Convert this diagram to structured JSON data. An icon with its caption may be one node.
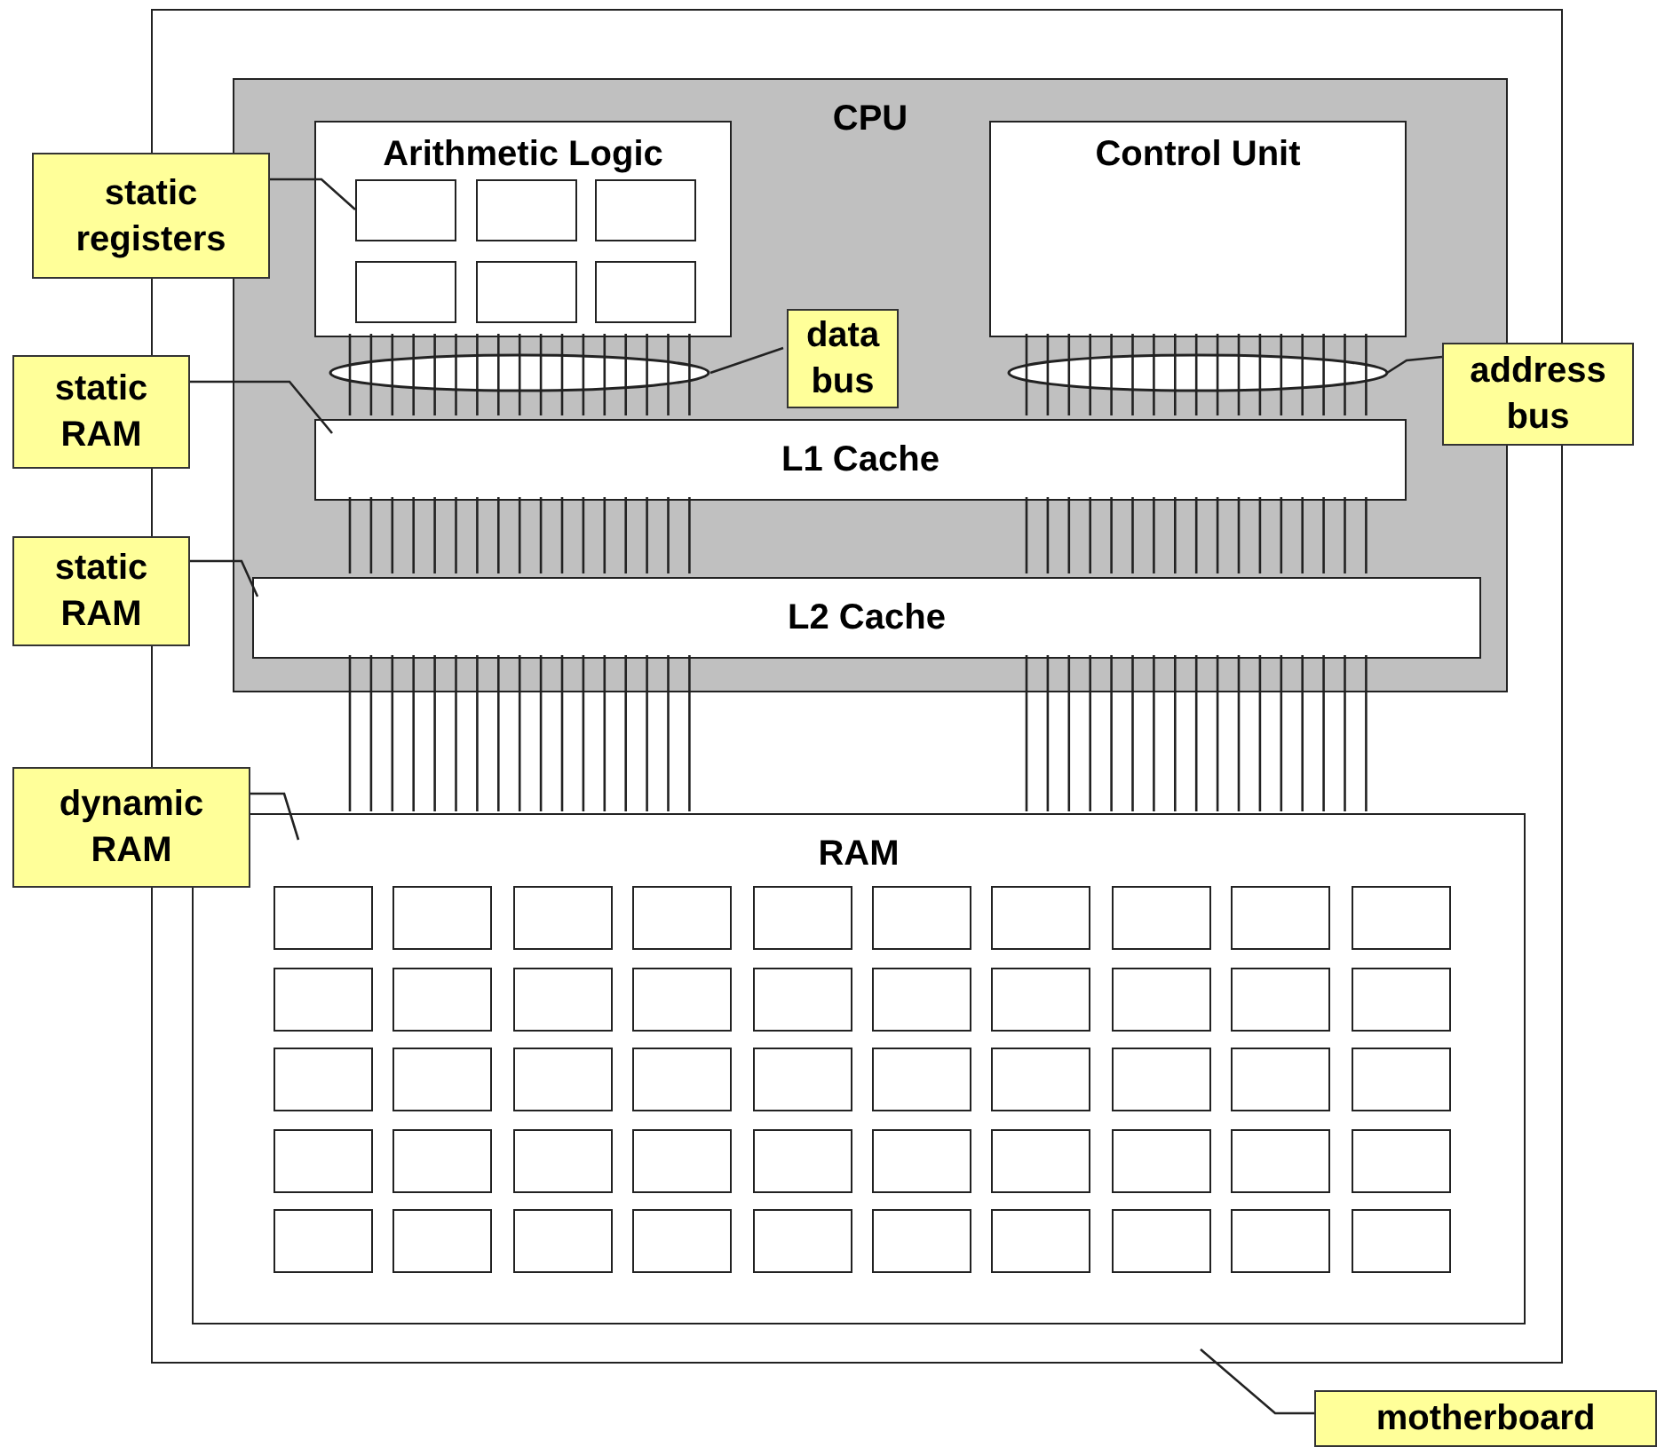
{
  "diagram": {
    "nodes": [
      {
        "text": [],
        "shape": "box"
      },
      {
        "text": [
          "CPU"
        ],
        "in": 0
      },
      {
        "text": [
          "Arithmetic Logic"
        ],
        "in": 1
      },
      {
        "text": [],
        "shape": "box",
        "in": 2
      },
      {
        "text": [],
        "shape": "box",
        "in": 2
      },
      {
        "text": [],
        "shape": "box",
        "in": 2
      },
      {
        "text": [],
        "shape": "box",
        "in": 2
      },
      {
        "text": [],
        "shape": "box",
        "in": 2
      },
      {
        "text": [],
        "shape": "box",
        "in": 2
      },
      {
        "text": [
          "Control Unit"
        ],
        "in": 1
      },
      {
        "text": [
          "L1 Cache"
        ],
        "in": 1
      },
      {
        "text": [
          "L2 Cache"
        ],
        "in": 1
      },
      {
        "text": [
          "RAM"
        ],
        "in": 0
      },
      {
        "text": [],
        "shape": "box",
        "in": 12
      },
      {
        "text": [],
        "shape": "box",
        "in": 12
      },
      {
        "text": [],
        "shape": "box",
        "in": 12
      },
      {
        "text": [],
        "shape": "box",
        "in": 12
      },
      {
        "text": [],
        "shape": "box",
        "in": 12
      },
      {
        "text": [],
        "shape": "box",
        "in": 12
      },
      {
        "text": [],
        "shape": "box",
        "in": 12
      },
      {
        "text": [],
        "shape": "box",
        "in": 12
      },
      {
        "text": [],
        "shape": "box",
        "in": 12
      },
      {
        "text": [],
        "shape": "box",
        "in": 12
      },
      {
        "text": [],
        "shape": "box",
        "in": 12
      },
      {
        "text": [],
        "shape": "box",
        "in": 12
      },
      {
        "text": [],
        "shape": "box",
        "in": 12
      },
      {
        "text": [],
        "shape": "box",
        "in": 12
      },
      {
        "text": [],
        "shape": "box",
        "in": 12
      },
      {
        "text": [],
        "shape": "box",
        "in": 12
      },
      {
        "text": [],
        "shape": "box",
        "in": 12
      },
      {
        "text": [],
        "shape": "box",
        "in": 12
      },
      {
        "text": [],
        "shape": "box",
        "in": 12
      },
      {
        "text": [],
        "shape": "box",
        "in": 12
      },
      {
        "text": [],
        "shape": "box",
        "in": 12
      },
      {
        "text": [],
        "shape": "box",
        "in": 12
      },
      {
        "text": [],
        "shape": "box",
        "in": 12
      },
      {
        "text": [],
        "shape": "box",
        "in": 12
      },
      {
        "text": [],
        "shape": "box",
        "in": 12
      },
      {
        "text": [],
        "shape": "box",
        "in": 12
      },
      {
        "text": [],
        "shape": "box",
        "in": 12
      },
      {
        "text": [],
        "shape": "box",
        "in": 12
      },
      {
        "text": [],
        "shape": "box",
        "in": 12
      },
      {
        "text": [],
        "shape": "box",
        "in": 12
      },
      {
        "text": [],
        "shape": "box",
        "in": 12
      },
      {
        "text": [],
        "shape": "box",
        "in": 12
      },
      {
        "text": [],
        "shape": "box",
        "in": 12
      },
      {
        "text": [],
        "shape": "box",
        "in": 12
      },
      {
        "text": [],
        "shape": "box",
        "in": 12
      },
      {
        "text": [],
        "shape": "box",
        "in": 12
      },
      {
        "text": [],
        "shape": "box",
        "in": 12
      },
      {
        "text": [],
        "shape": "box",
        "in": 12
      },
      {
        "text": [],
        "shape": "box",
        "in": 12
      },
      {
        "text": [],
        "shape": "box",
        "in": 12
      },
      {
        "text": [],
        "shape": "box",
        "in": 12
      },
      {
        "text": [],
        "shape": "box",
        "in": 12
      },
      {
        "text": [],
        "shape": "box",
        "in": 12
      },
      {
        "text": [],
        "shape": "box",
        "in": 12
      },
      {
        "text": [],
        "shape": "box",
        "in": 12
      },
      {
        "text": [],
        "shape": "box",
        "in": 12
      },
      {
        "text": [],
        "shape": "box",
        "in": 12
      },
      {
        "text": [],
        "shape": "box",
        "in": 12
      },
      {
        "text": [],
        "shape": "box",
        "in": 12
      },
      {
        "text": [],
        "shape": "box",
        "in": 12
      },
      {
        "text": [
          "static registers"
        ]
      },
      {
        "text": [
          "data bus"
        ],
        "in": 1
      },
      {
        "text": [
          "address bus"
        ]
      },
      {
        "text": [
          "static RAM"
        ]
      },
      {
        "text": [
          "static RAM"
        ]
      },
      {
        "text": [
          "dynamic RAM"
        ]
      },
      {
        "text": [
          "motherboard"
        ]
      }
    ],
    "edges": [
      {
        "from": 2,
        "to": 10,
        "arrow": "none"
      },
      {
        "from": 2,
        "to": 10,
        "arrow": "none"
      },
      {
        "from": 2,
        "to": 10,
        "arrow": "none"
      },
      {
        "from": 2,
        "to": 10,
        "arrow": "none"
      },
      {
        "from": 2,
        "to": 10,
        "arrow": "none"
      },
      {
        "from": 2,
        "to": 10,
        "arrow": "none"
      },
      {
        "from": 2,
        "to": 10,
        "arrow": "none"
      },
      {
        "from": 2,
        "to": 10,
        "arrow": "none"
      },
      {
        "from": 2,
        "to": 10,
        "arrow": "none"
      },
      {
        "from": 2,
        "to": 10,
        "arrow": "none"
      },
      {
        "from": 2,
        "to": 10,
        "arrow": "none"
      },
      {
        "from": 2,
        "to": 10,
        "arrow": "none"
      },
      {
        "from": 2,
        "to": 10,
        "arrow": "none"
      },
      {
        "from": 2,
        "to": 10,
        "arrow": "none"
      },
      {
        "from": 2,
        "to": 10,
        "arrow": "none"
      },
      {
        "from": 2,
        "to": 10,
        "arrow": "none"
      },
      {
        "from": 2,
        "to": 10,
        "arrow": "none"
      },
      {
        "from": 9,
        "to": 10,
        "arrow": "none"
      },
      {
        "from": 9,
        "to": 10,
        "arrow": "none"
      },
      {
        "from": 9,
        "to": 10,
        "arrow": "none"
      },
      {
        "from": 9,
        "to": 10,
        "arrow": "none"
      },
      {
        "from": 9,
        "to": 10,
        "arrow": "none"
      },
      {
        "from": 9,
        "to": 10,
        "arrow": "none"
      },
      {
        "from": 9,
        "to": 10,
        "arrow": "none"
      },
      {
        "from": 9,
        "to": 10,
        "arrow": "none"
      },
      {
        "from": 9,
        "to": 10,
        "arrow": "none"
      },
      {
        "from": 9,
        "to": 10,
        "arrow": "none"
      },
      {
        "from": 9,
        "to": 10,
        "arrow": "none"
      },
      {
        "from": 9,
        "to": 10,
        "arrow": "none"
      },
      {
        "from": 9,
        "to": 10,
        "arrow": "none"
      },
      {
        "from": 9,
        "to": 10,
        "arrow": "none"
      },
      {
        "from": 9,
        "to": 10,
        "arrow": "none"
      },
      {
        "from": 9,
        "to": 10,
        "arrow": "none"
      },
      {
        "from": 9,
        "to": 10,
        "arrow": "none"
      },
      {
        "from": 10,
        "to": 11,
        "arrow": "none"
      },
      {
        "from": 10,
        "to": 11,
        "arrow": "none"
      },
      {
        "from": 10,
        "to": 11,
        "arrow": "none"
      },
      {
        "from": 10,
        "to": 11,
        "arrow": "none"
      },
      {
        "from": 10,
        "to": 11,
        "arrow": "none"
      },
      {
        "from": 10,
        "to": 11,
        "arrow": "none"
      },
      {
        "from": 10,
        "to": 11,
        "arrow": "none"
      },
      {
        "from": 10,
        "to": 11,
        "arrow": "none"
      },
      {
        "from": 10,
        "to": 11,
        "arrow": "none"
      },
      {
        "from": 10,
        "to": 11,
        "arrow": "none"
      },
      {
        "from": 10,
        "to": 11,
        "arrow": "none"
      },
      {
        "from": 10,
        "to": 11,
        "arrow": "none"
      },
      {
        "from": 10,
        "to": 11,
        "arrow": "none"
      },
      {
        "from": 10,
        "to": 11,
        "arrow": "none"
      },
      {
        "from": 10,
        "to": 11,
        "arrow": "none"
      },
      {
        "from": 10,
        "to": 11,
        "arrow": "none"
      },
      {
        "from": 10,
        "to": 11,
        "arrow": "none"
      },
      {
        "from": 10,
        "to": 11,
        "arrow": "none"
      },
      {
        "from": 10,
        "to": 11,
        "arrow": "none"
      },
      {
        "from": 10,
        "to": 11,
        "arrow": "none"
      },
      {
        "from": 10,
        "to": 11,
        "arrow": "none"
      },
      {
        "from": 10,
        "to": 11,
        "arrow": "none"
      },
      {
        "from": 10,
        "to": 11,
        "arrow": "none"
      },
      {
        "from": 10,
        "to": 11,
        "arrow": "none"
      },
      {
        "from": 10,
        "to": 11,
        "arrow": "none"
      },
      {
        "from": 10,
        "to": 11,
        "arrow": "none"
      },
      {
        "from": 10,
        "to": 11,
        "arrow": "none"
      },
      {
        "from": 10,
        "to": 11,
        "arrow": "none"
      },
      {
        "from": 10,
        "to": 11,
        "arrow": "none"
      },
      {
        "from": 10,
        "to": 11,
        "arrow": "none"
      },
      {
        "from": 10,
        "to": 11,
        "arrow": "none"
      },
      {
        "from": 10,
        "to": 11,
        "arrow": "none"
      },
      {
        "from": 10,
        "to": 11,
        "arrow": "none"
      },
      {
        "from": 10,
        "to": 11,
        "arrow": "none"
      },
      {
        "from": 11,
        "to": 12,
        "arrow": "none"
      },
      {
        "from": 11,
        "to": 12,
        "arrow": "none"
      },
      {
        "from": 11,
        "to": 12,
        "arrow": "none"
      },
      {
        "from": 11,
        "to": 12,
        "arrow": "none"
      },
      {
        "from": 11,
        "to": 12,
        "arrow": "none"
      },
      {
        "from": 11,
        "to": 12,
        "arrow": "none"
      },
      {
        "from": 11,
        "to": 12,
        "arrow": "none"
      },
      {
        "from": 11,
        "to": 12,
        "arrow": "none"
      },
      {
        "from": 11,
        "to": 12,
        "arrow": "none"
      },
      {
        "from": 11,
        "to": 12,
        "arrow": "none"
      },
      {
        "from": 11,
        "to": 12,
        "arrow": "none"
      },
      {
        "from": 11,
        "to": 12,
        "arrow": "none"
      },
      {
        "from": 11,
        "to": 12,
        "arrow": "none"
      },
      {
        "from": 11,
        "to": 12,
        "arrow": "none"
      },
      {
        "from": 11,
        "to": 12,
        "arrow": "none"
      },
      {
        "from": 11,
        "to": 12,
        "arrow": "none"
      },
      {
        "from": 11,
        "to": 12,
        "arrow": "none"
      },
      {
        "from": 11,
        "to": 12,
        "arrow": "none"
      },
      {
        "from": 11,
        "to": 12,
        "arrow": "none"
      },
      {
        "from": 11,
        "to": 12,
        "arrow": "none"
      },
      {
        "from": 11,
        "to": 12,
        "arrow": "none"
      },
      {
        "from": 11,
        "to": 12,
        "arrow": "none"
      },
      {
        "from": 11,
        "to": 12,
        "arrow": "none"
      },
      {
        "from": 11,
        "to": 12,
        "arrow": "none"
      },
      {
        "from": 11,
        "to": 12,
        "arrow": "none"
      },
      {
        "from": 11,
        "to": 12,
        "arrow": "none"
      },
      {
        "from": 11,
        "to": 12,
        "arrow": "none"
      },
      {
        "from": 11,
        "to": 12,
        "arrow": "none"
      },
      {
        "from": 11,
        "to": 12,
        "arrow": "none"
      },
      {
        "from": 11,
        "to": 12,
        "arrow": "none"
      },
      {
        "from": 11,
        "to": 12,
        "arrow": "none"
      },
      {
        "from": 11,
        "to": 12,
        "arrow": "none"
      },
      {
        "from": 11,
        "to": 12,
        "arrow": "none"
      },
      {
        "from": 11,
        "to": 12,
        "arrow": "none"
      },
      {
        "from": 63,
        "to": 3,
        "arrow": "none"
      },
      {
        "from": 64,
        "to": null,
        "arrow": "none"
      },
      {
        "from": 65,
        "to": null,
        "arrow": "none"
      },
      {
        "from": 66,
        "to": 10,
        "arrow": "none"
      },
      {
        "from": 67,
        "to": 11,
        "arrow": "none"
      },
      {
        "from": 68,
        "to": 12,
        "arrow": "none"
      },
      {
        "from": 69,
        "to": 0,
        "arrow": "none"
      }
    ]
  }
}
